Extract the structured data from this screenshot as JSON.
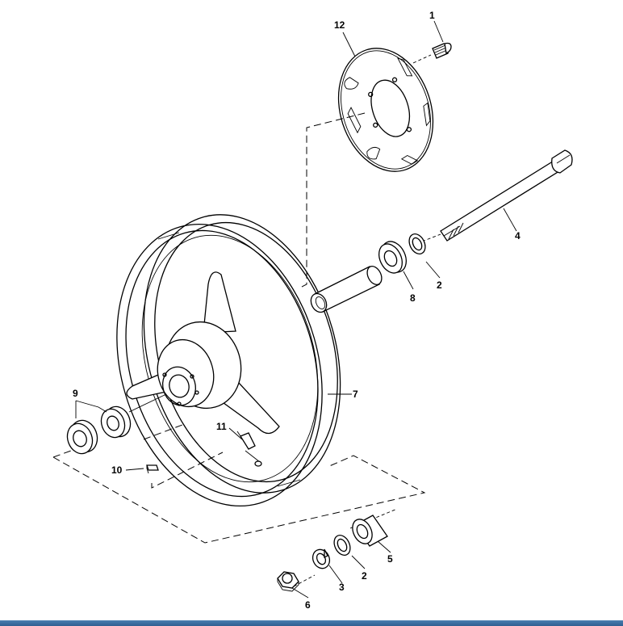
{
  "callouts": {
    "c1": "1",
    "c2a": "2",
    "c2b": "2",
    "c3": "3",
    "c4": "4",
    "c5": "5",
    "c6": "6",
    "c7": "7",
    "c8": "8",
    "c9": "9",
    "c10": "10",
    "c11": "11",
    "c12": "12"
  },
  "colors": {
    "line": "#000000",
    "background": "#ffffff",
    "bottom_bar": "#3a6ea5"
  }
}
